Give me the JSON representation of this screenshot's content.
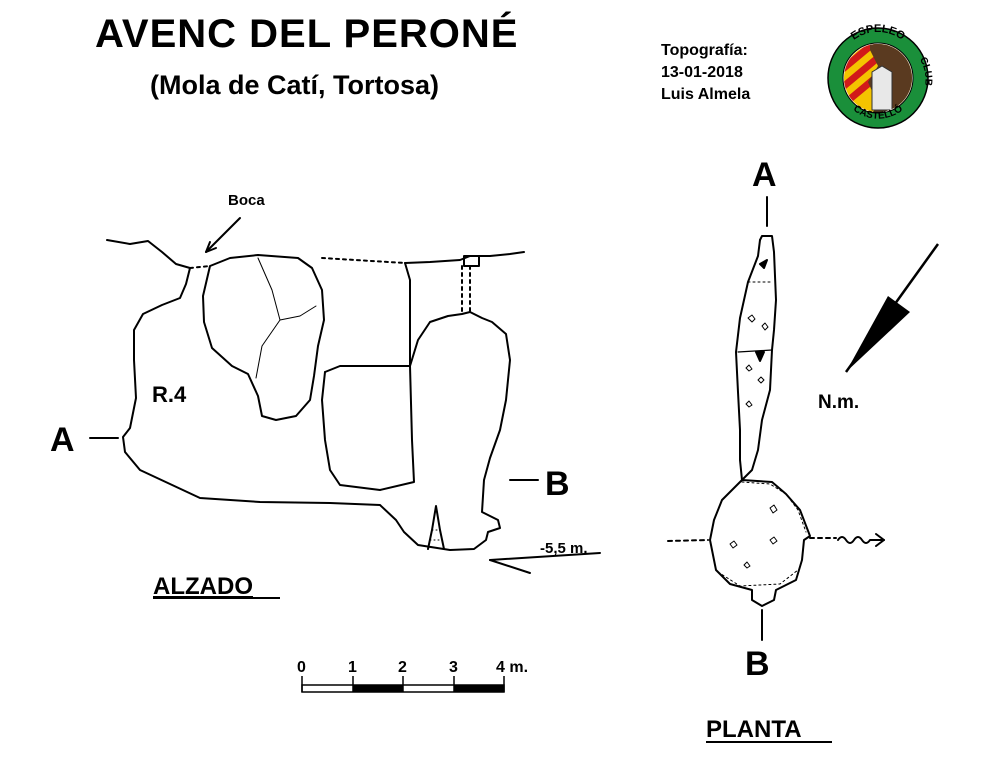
{
  "title": "AVENC  DEL  PERONÉ",
  "subtitle": "(Mola de Catí, Tortosa)",
  "survey_info": {
    "heading": "Topografía:",
    "date": "13-01-2018",
    "author": "Luis Almela"
  },
  "logo": {
    "top_text": "ESPELEO",
    "right_text": "CLUB",
    "bottom_text": "CASTELLÓ",
    "colors": {
      "ring": "#1a8f3a",
      "flag_yellow": "#f4c400",
      "flag_red": "#d11a1a",
      "cave": "#5a3a20"
    }
  },
  "elevation": {
    "heading": "ALZADO",
    "entrance_label": "Boca",
    "pitch_label": "R.4",
    "section_a": "A",
    "section_b": "B",
    "depth_label": "-5,5 m."
  },
  "plan": {
    "heading": "PLANTA",
    "section_a": "A",
    "section_b": "B",
    "north_label": "N.m."
  },
  "scale": {
    "ticks": [
      "0",
      "1",
      "2",
      "3",
      "4 m."
    ]
  }
}
